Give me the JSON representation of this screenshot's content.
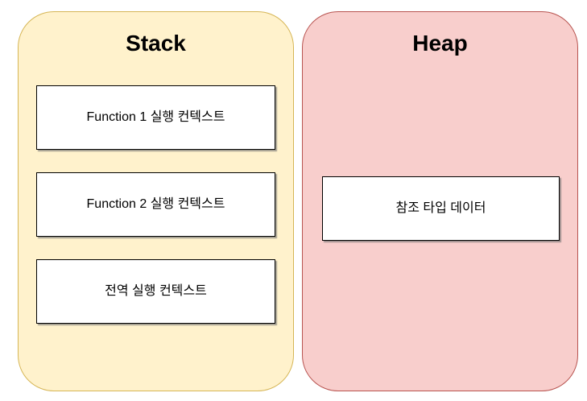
{
  "page": {
    "background_color": "#FFFFFF"
  },
  "stack": {
    "title": "Stack",
    "fill_color": "#FFF2CC",
    "border_color": "#D6B656",
    "items": [
      {
        "label": "Function 1 실행 컨텍스트"
      },
      {
        "label": "Function 2 실행 컨텍스트"
      },
      {
        "label": "전역 실행 컨텍스트"
      }
    ]
  },
  "heap": {
    "title": "Heap",
    "fill_color": "#F8CECC",
    "border_color": "#B85450",
    "items": [
      {
        "label": "참조 타입 데이터"
      }
    ]
  }
}
